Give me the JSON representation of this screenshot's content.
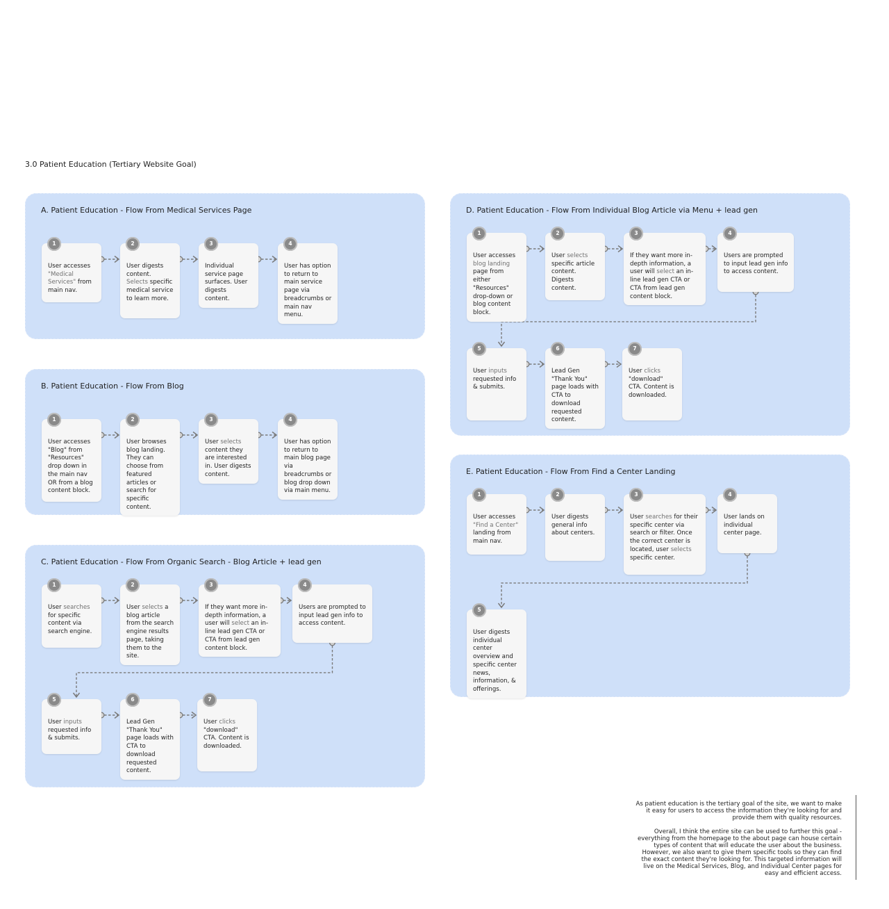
{
  "page_title": "3.0 Patient Education (Tertiary Website Goal)",
  "panels": {
    "A": {
      "title": "A.  Patient Education - Flow From Medical Services Page",
      "cards": [
        {
          "num": "1",
          "segs": [
            {
              "t": "User accesses "
            },
            {
              "t": "\"Medical Services\"",
              "lite": true
            },
            {
              "t": " from main nav."
            }
          ]
        },
        {
          "num": "2",
          "segs": [
            {
              "t": "User digests content. "
            },
            {
              "t": "Selects",
              "lite": true
            },
            {
              "t": " specific medical service to learn more."
            }
          ]
        },
        {
          "num": "3",
          "segs": [
            {
              "t": "Individual service page surfaces. User digests content."
            }
          ]
        },
        {
          "num": "4",
          "segs": [
            {
              "t": "User has option to return to main service page via breadcrumbs or main nav menu."
            }
          ]
        }
      ]
    },
    "B": {
      "title": "B.  Patient Education - Flow From Blog",
      "cards": [
        {
          "num": "1",
          "segs": [
            {
              "t": "User accesses \"Blog\" from \"Resources\" drop down in the main nav OR from a blog content block."
            }
          ]
        },
        {
          "num": "2",
          "segs": [
            {
              "t": "User browses blog landing. They can choose from featured articles or search for specific content."
            }
          ]
        },
        {
          "num": "3",
          "segs": [
            {
              "t": "User "
            },
            {
              "t": "selects",
              "lite": true
            },
            {
              "t": " content they are interested in. User digests content."
            }
          ]
        },
        {
          "num": "4",
          "segs": [
            {
              "t": "User has option to return to main blog page via breadcrumbs or blog drop down via main menu."
            }
          ]
        }
      ]
    },
    "C": {
      "title": "C.  Patient Education - Flow From Organic Search - Blog Article + lead gen",
      "cards": [
        {
          "num": "1",
          "segs": [
            {
              "t": "User "
            },
            {
              "t": "searches",
              "lite": true
            },
            {
              "t": " for specific content via search engine."
            }
          ]
        },
        {
          "num": "2",
          "segs": [
            {
              "t": "User "
            },
            {
              "t": "selects",
              "lite": true
            },
            {
              "t": " a blog article from the search engine results page, taking them to the site."
            }
          ]
        },
        {
          "num": "3",
          "segs": [
            {
              "t": "If they want more in-depth information, a user will "
            },
            {
              "t": "select",
              "lite": true
            },
            {
              "t": " an in-line lead gen CTA or CTA from lead gen content block."
            }
          ]
        },
        {
          "num": "4",
          "segs": [
            {
              "t": "Users are prompted to input lead gen info to access content."
            }
          ]
        },
        {
          "num": "5",
          "segs": [
            {
              "t": "User "
            },
            {
              "t": "inputs",
              "lite": true
            },
            {
              "t": " requested info & submits."
            }
          ]
        },
        {
          "num": "6",
          "segs": [
            {
              "t": "Lead Gen \"Thank You\" page loads with CTA to download requested content."
            }
          ]
        },
        {
          "num": "7",
          "segs": [
            {
              "t": "User "
            },
            {
              "t": "clicks",
              "lite": true
            },
            {
              "t": " \"download\" CTA. Content is downloaded."
            }
          ]
        }
      ]
    },
    "D": {
      "title": "D.  Patient Education - Flow From Individual Blog Article via Menu + lead gen",
      "cards": [
        {
          "num": "1",
          "segs": [
            {
              "t": "User accesses "
            },
            {
              "t": "blog landing",
              "lite": true
            },
            {
              "t": " page from either \"Resources\" drop-down or blog content block."
            }
          ]
        },
        {
          "num": "2",
          "segs": [
            {
              "t": "User "
            },
            {
              "t": "selects",
              "lite": true
            },
            {
              "t": " specific article content. Digests content."
            }
          ]
        },
        {
          "num": "3",
          "segs": [
            {
              "t": "If they want more in-depth information, a user will "
            },
            {
              "t": "select",
              "lite": true
            },
            {
              "t": " an in-line lead gen CTA or CTA from lead gen content block."
            }
          ]
        },
        {
          "num": "4",
          "segs": [
            {
              "t": "Users are prompted to input lead gen info to access content."
            }
          ]
        },
        {
          "num": "5",
          "segs": [
            {
              "t": "User "
            },
            {
              "t": "inputs",
              "lite": true
            },
            {
              "t": " requested info & submits."
            }
          ]
        },
        {
          "num": "6",
          "segs": [
            {
              "t": "Lead Gen \"Thank You\" page loads with CTA to download requested content."
            }
          ]
        },
        {
          "num": "7",
          "segs": [
            {
              "t": "User "
            },
            {
              "t": "clicks",
              "lite": true
            },
            {
              "t": " \"download\" CTA. Content is downloaded."
            }
          ]
        }
      ]
    },
    "E": {
      "title": "E.  Patient Education - Flow From Find a Center Landing",
      "cards": [
        {
          "num": "1",
          "segs": [
            {
              "t": "User accesses "
            },
            {
              "t": "\"Find a Center\"",
              "lite": true
            },
            {
              "t": " landing from main nav."
            }
          ]
        },
        {
          "num": "2",
          "segs": [
            {
              "t": "User digests general info about centers."
            }
          ]
        },
        {
          "num": "3",
          "segs": [
            {
              "t": "User "
            },
            {
              "t": "searches",
              "lite": true
            },
            {
              "t": " for their specific center via search or filter. Once the correct center is located, user "
            },
            {
              "t": "selects",
              "lite": true
            },
            {
              "t": " specific center."
            }
          ]
        },
        {
          "num": "4",
          "segs": [
            {
              "t": "User lands on individual center page."
            }
          ]
        },
        {
          "num": "5",
          "segs": [
            {
              "t": "User digests individual center overview  and specific center news, information, & offerings."
            }
          ]
        }
      ]
    }
  },
  "notes": {
    "p1": "As patient education is the tertiary goal of the site,  we want to make it easy for users to access the information they're looking for and provide them with quality resources.",
    "p2": "Overall, I think the entire site can be used to further this goal - everything from the homepage to the about page can house certain types of content that will educate the user about the business. However, we also want to give them specific tools so they can find the exact content they're looking for. This targeted information will live on the Medical Services, Blog, and Individual Center pages for easy and efficient access."
  }
}
